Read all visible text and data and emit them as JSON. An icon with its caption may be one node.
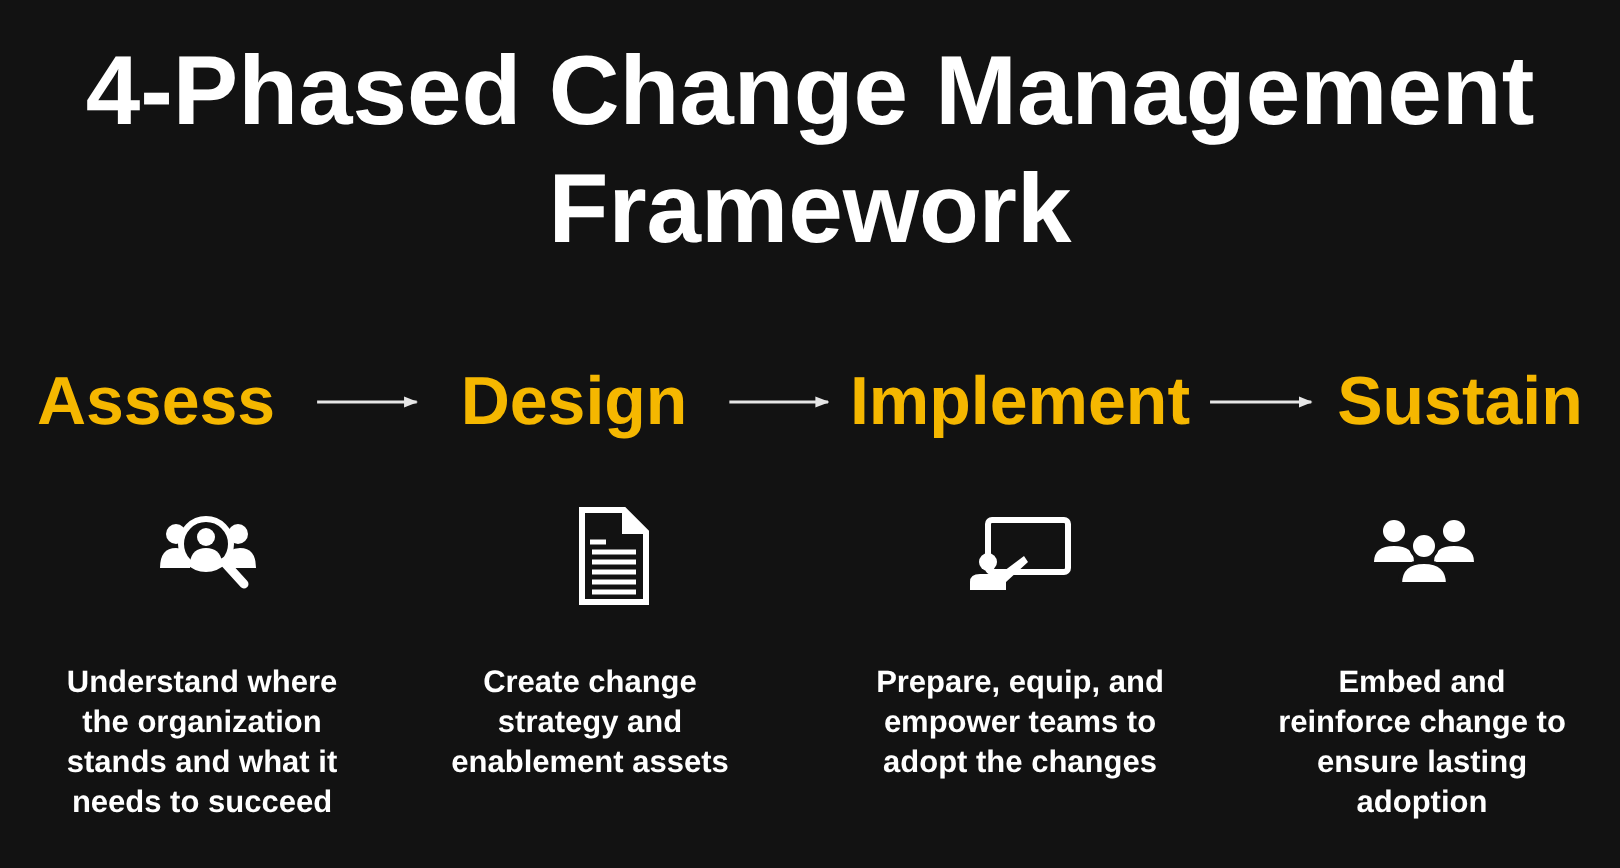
{
  "diagram": {
    "title": "4-Phased Change Management Framework",
    "nodes": [
      {
        "text": [
          "Assess"
        ]
      },
      {
        "text": [
          "Design"
        ]
      },
      {
        "text": [
          "Implement"
        ]
      },
      {
        "text": [
          "Sustain"
        ]
      }
    ],
    "edges": [
      {
        "from": 0,
        "to": 1,
        "arrow": "to"
      },
      {
        "from": 1,
        "to": 2,
        "arrow": "to"
      },
      {
        "from": 2,
        "to": 3,
        "arrow": "to"
      }
    ],
    "labels": [
      "Understand where the organization stands and what it needs to succeed",
      "Create change strategy and enablement assets",
      "Prepare, equip, and empower teams to adopt the changes",
      "Embed and reinforce change to ensure lasting adoption"
    ]
  }
}
